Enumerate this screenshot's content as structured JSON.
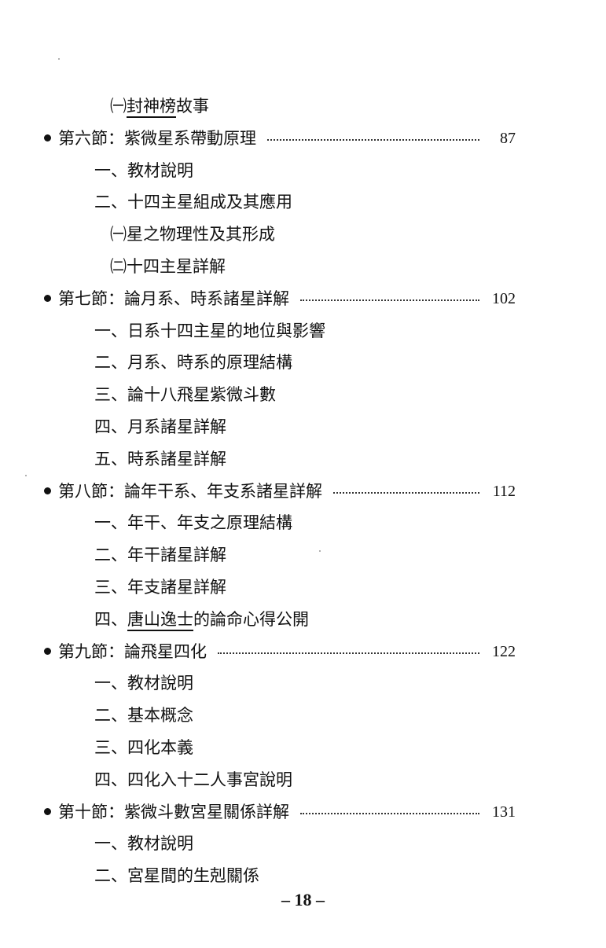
{
  "entries": [
    {
      "level": "subsub",
      "prefix": "㈠",
      "title": "封神榜故事",
      "underline": "封神榜"
    },
    {
      "level": "section",
      "title": "第六節：紫微星系帶動原理",
      "page": "87"
    },
    {
      "level": "sub",
      "prefix": "一、",
      "title": "教材說明"
    },
    {
      "level": "sub",
      "prefix": "二、",
      "title": "十四主星組成及其應用"
    },
    {
      "level": "subsub",
      "prefix": "㈠",
      "title": "星之物理性及其形成"
    },
    {
      "level": "subsub",
      "prefix": "㈡",
      "title": "十四主星詳解"
    },
    {
      "level": "section",
      "title": "第七節：論月系、時系諸星詳解",
      "page": "102"
    },
    {
      "level": "sub",
      "prefix": "一、",
      "title": "日系十四主星的地位與影響"
    },
    {
      "level": "sub",
      "prefix": "二、",
      "title": "月系、時系的原理結構"
    },
    {
      "level": "sub",
      "prefix": "三、",
      "title": "論十八飛星紫微斗數"
    },
    {
      "level": "sub",
      "prefix": "四、",
      "title": "月系諸星詳解"
    },
    {
      "level": "sub",
      "prefix": "五、",
      "title": "時系諸星詳解"
    },
    {
      "level": "section",
      "title": "第八節：論年干系、年支系諸星詳解",
      "page": "112"
    },
    {
      "level": "sub",
      "prefix": "一、",
      "title": "年干、年支之原理結構"
    },
    {
      "level": "sub",
      "prefix": "二、",
      "title": "年干諸星詳解"
    },
    {
      "level": "sub",
      "prefix": "三、",
      "title": "年支諸星詳解"
    },
    {
      "level": "sub",
      "prefix": "四、",
      "title": "唐山逸士的論命心得公開",
      "underline": "唐山逸士"
    },
    {
      "level": "section",
      "title": "第九節：論飛星四化",
      "page": "122"
    },
    {
      "level": "sub",
      "prefix": "一、",
      "title": "教材說明"
    },
    {
      "level": "sub",
      "prefix": "二、",
      "title": "基本概念"
    },
    {
      "level": "sub",
      "prefix": "三、",
      "title": "四化本義"
    },
    {
      "level": "sub",
      "prefix": "四、",
      "title": "四化入十二人事宮說明"
    },
    {
      "level": "section",
      "title": "第十節：紫微斗數宮星關係詳解",
      "page": "131"
    },
    {
      "level": "sub",
      "prefix": "一、",
      "title": "教材說明"
    },
    {
      "level": "sub",
      "prefix": "二、",
      "title": "宮星間的生剋關係"
    }
  ],
  "page_number": "– 18 –"
}
